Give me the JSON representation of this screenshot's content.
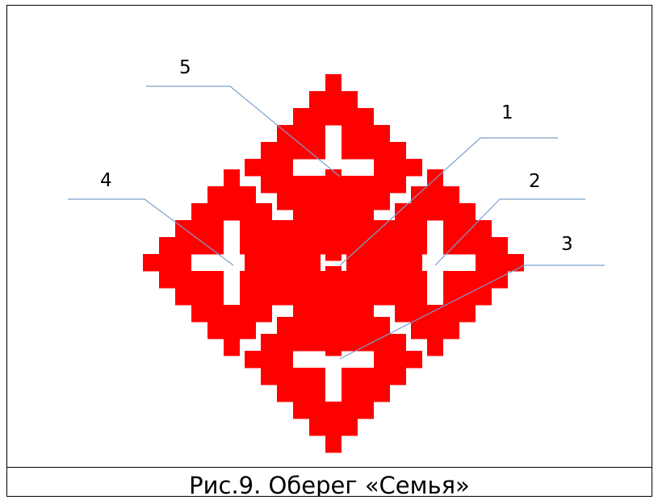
{
  "figure": {
    "caption": "Рис.9. Оберег «Семья»",
    "ornament_color": "#ff0000",
    "leader_color": "#7ba0cc",
    "labels": [
      {
        "id": "1",
        "text": "1"
      },
      {
        "id": "2",
        "text": "2"
      },
      {
        "id": "3",
        "text": "3"
      },
      {
        "id": "4",
        "text": "4"
      },
      {
        "id": "5",
        "text": "5"
      }
    ]
  }
}
